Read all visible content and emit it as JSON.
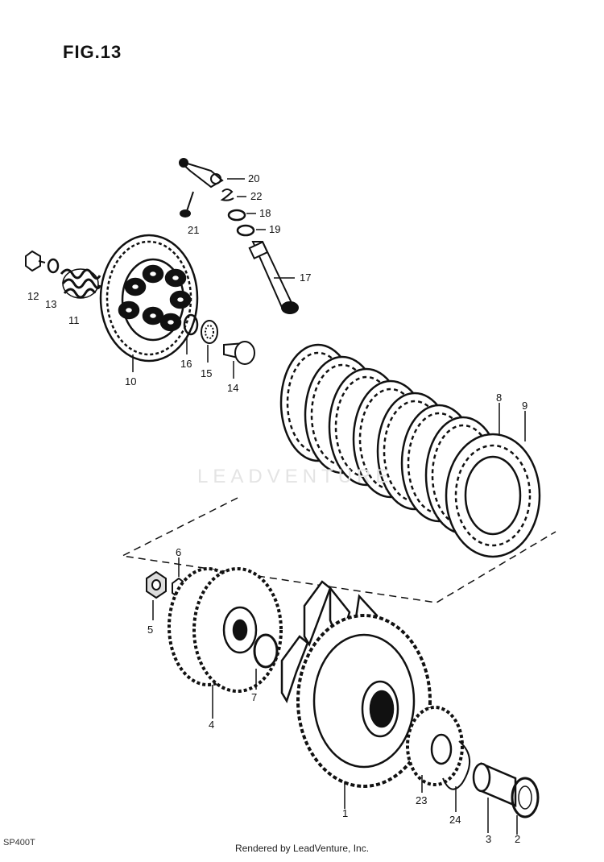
{
  "figure": {
    "title": "FIG.13",
    "code": "SP400T"
  },
  "watermark": "LEADVENTURE",
  "footer": "Rendered by LeadVenture, Inc.",
  "callouts": [
    "1",
    "2",
    "3",
    "4",
    "5",
    "6",
    "7",
    "8",
    "9",
    "10",
    "11",
    "12",
    "13",
    "14",
    "15",
    "16",
    "17",
    "18",
    "19",
    "20",
    "21",
    "22",
    "23",
    "24"
  ]
}
